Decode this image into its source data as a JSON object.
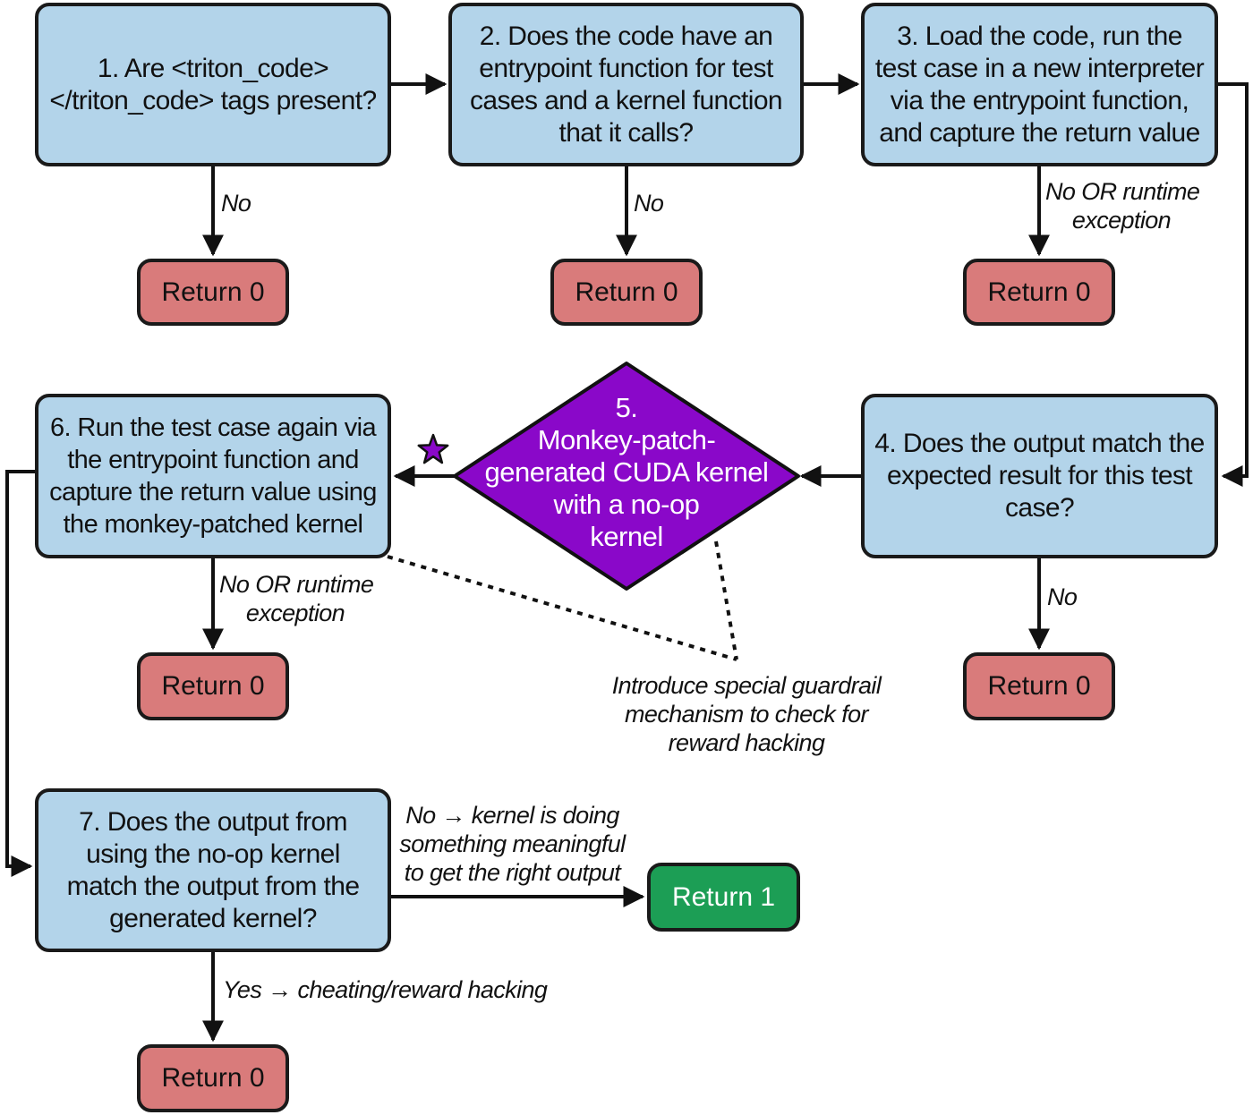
{
  "steps": {
    "s1": "1. Are <triton_code> </triton_code> tags present?",
    "s2": "2. Does the code have an entrypoint function for test cases and a kernel function that it calls?",
    "s3": "3. Load the code, run the test case in a new interpreter via the entrypoint function, and capture the return value",
    "s4": "4. Does the output match the expected result for this test case?",
    "s5": [
      "5.",
      "Monkey-patch-",
      "generated CUDA kernel",
      "with a no-op",
      "kernel"
    ],
    "s6": "6. Run the test case again via the entrypoint function and capture the return value using the monkey-patched kernel",
    "s7": "7. Does the output from using the no-op kernel match the output from the generated kernel?"
  },
  "returns": {
    "r1": "Return 0",
    "r2": "Return 0",
    "r3": "Return 0",
    "r4": "Return 0",
    "r6": "Return 0",
    "r7": "Return 0",
    "r_ok": "Return 1"
  },
  "edge_labels": {
    "e1_no": "No",
    "e2_no": "No",
    "e3": [
      "No OR runtime",
      "exception"
    ],
    "e4_no": "No",
    "e6": [
      "No OR runtime",
      "exception"
    ],
    "e7_no": [
      "No → kernel is doing",
      "something meaningful",
      "to get the right output"
    ],
    "e7_yes": "Yes → cheating/reward hacking"
  },
  "annotation": [
    "Introduce special guardrail",
    "mechanism to check for",
    "reward hacking"
  ],
  "colors": {
    "step_fill": "#b3d4ea",
    "return0_fill": "#d97b7b",
    "return1_fill": "#1c9e55",
    "diamond_fill": "#8a08c9",
    "star_fill": "#8a08c9",
    "line": "#111111"
  }
}
